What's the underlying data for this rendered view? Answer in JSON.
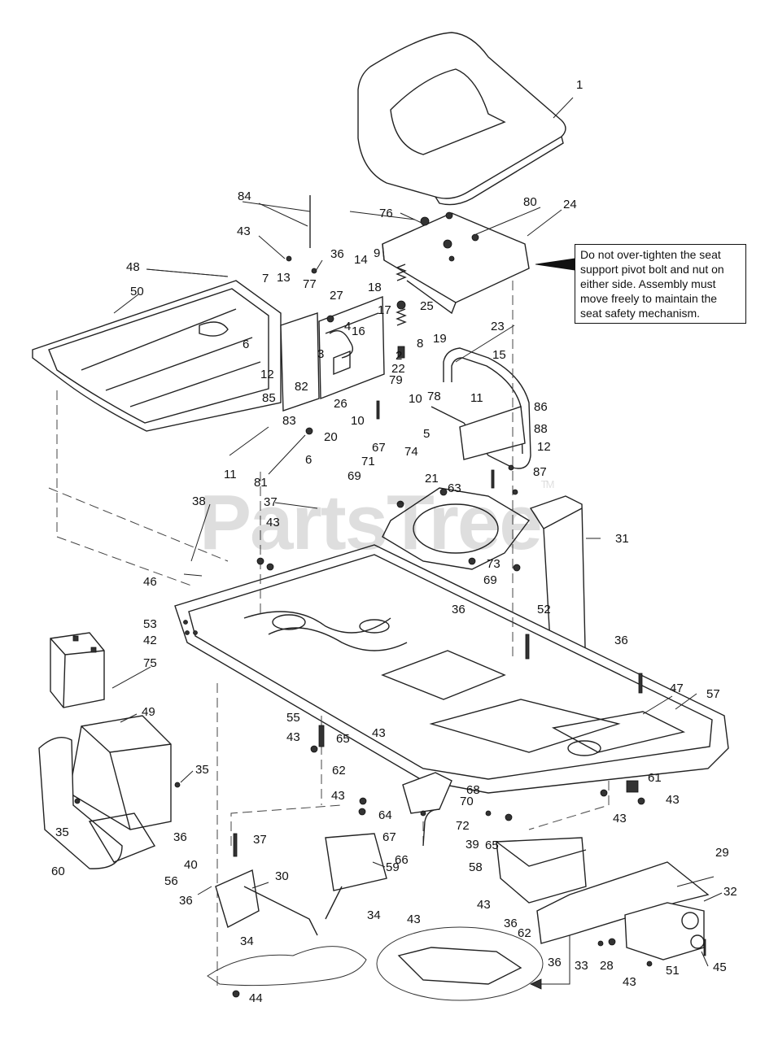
{
  "note": "Do not over-tighten the seat support pivot bolt and nut on either side. Assembly must move freely to maintain the seat safety mechanism.",
  "watermark": {
    "text": "PartsTree",
    "tm": "TM"
  },
  "callouts": [
    {
      "id": "c1",
      "label": "1"
    },
    {
      "id": "c84",
      "label": "84"
    },
    {
      "id": "c76",
      "label": "76"
    },
    {
      "id": "c80",
      "label": "80"
    },
    {
      "id": "c24",
      "label": "24"
    },
    {
      "id": "c43a",
      "label": "43"
    },
    {
      "id": "c36a",
      "label": "36"
    },
    {
      "id": "c9",
      "label": "9"
    },
    {
      "id": "c14",
      "label": "14"
    },
    {
      "id": "c48",
      "label": "48"
    },
    {
      "id": "c7",
      "label": "7"
    },
    {
      "id": "c13",
      "label": "13"
    },
    {
      "id": "c77",
      "label": "77"
    },
    {
      "id": "c27",
      "label": "27"
    },
    {
      "id": "c18",
      "label": "18"
    },
    {
      "id": "c50",
      "label": "50"
    },
    {
      "id": "c4",
      "label": "4"
    },
    {
      "id": "c25",
      "label": "25"
    },
    {
      "id": "c17",
      "label": "17"
    },
    {
      "id": "c16",
      "label": "16"
    },
    {
      "id": "c8",
      "label": "8"
    },
    {
      "id": "c19",
      "label": "19"
    },
    {
      "id": "c23",
      "label": "23"
    },
    {
      "id": "c6a",
      "label": "6"
    },
    {
      "id": "c3",
      "label": "3"
    },
    {
      "id": "c2",
      "label": "2"
    },
    {
      "id": "c15",
      "label": "15"
    },
    {
      "id": "c12a",
      "label": "12"
    },
    {
      "id": "c22",
      "label": "22"
    },
    {
      "id": "c79",
      "label": "79"
    },
    {
      "id": "c82",
      "label": "82"
    },
    {
      "id": "c78",
      "label": "78"
    },
    {
      "id": "c10a",
      "label": "10"
    },
    {
      "id": "c85",
      "label": "85"
    },
    {
      "id": "c26",
      "label": "26"
    },
    {
      "id": "c11a",
      "label": "11"
    },
    {
      "id": "c86",
      "label": "86"
    },
    {
      "id": "c10b",
      "label": "10"
    },
    {
      "id": "c83",
      "label": "83"
    },
    {
      "id": "c5",
      "label": "5"
    },
    {
      "id": "c20",
      "label": "20"
    },
    {
      "id": "c88",
      "label": "88"
    },
    {
      "id": "c12b",
      "label": "12"
    },
    {
      "id": "c6b",
      "label": "6"
    },
    {
      "id": "c67a",
      "label": "67"
    },
    {
      "id": "c74",
      "label": "74"
    },
    {
      "id": "c71",
      "label": "71"
    },
    {
      "id": "c11b",
      "label": "11"
    },
    {
      "id": "c81",
      "label": "81"
    },
    {
      "id": "c21",
      "label": "21"
    },
    {
      "id": "c87",
      "label": "87"
    },
    {
      "id": "c69a",
      "label": "69"
    },
    {
      "id": "c63",
      "label": "63"
    },
    {
      "id": "c38",
      "label": "38"
    },
    {
      "id": "c37a",
      "label": "37"
    },
    {
      "id": "c31",
      "label": "31"
    },
    {
      "id": "c43b",
      "label": "43"
    },
    {
      "id": "c73",
      "label": "73"
    },
    {
      "id": "c46",
      "label": "46"
    },
    {
      "id": "c69b",
      "label": "69"
    },
    {
      "id": "c36b",
      "label": "36"
    },
    {
      "id": "c52",
      "label": "52"
    },
    {
      "id": "c53",
      "label": "53"
    },
    {
      "id": "c42",
      "label": "42"
    },
    {
      "id": "c36c",
      "label": "36"
    },
    {
      "id": "c75",
      "label": "75"
    },
    {
      "id": "c57",
      "label": "57"
    },
    {
      "id": "c47",
      "label": "47"
    },
    {
      "id": "c49",
      "label": "49"
    },
    {
      "id": "c55",
      "label": "55"
    },
    {
      "id": "c43c",
      "label": "43"
    },
    {
      "id": "c65a",
      "label": "65"
    },
    {
      "id": "c43d",
      "label": "43"
    },
    {
      "id": "c35a",
      "label": "35"
    },
    {
      "id": "c68",
      "label": "68"
    },
    {
      "id": "c62a",
      "label": "62"
    },
    {
      "id": "c70",
      "label": "70"
    },
    {
      "id": "c61",
      "label": "61"
    },
    {
      "id": "c43e",
      "label": "43"
    },
    {
      "id": "c43f",
      "label": "43"
    },
    {
      "id": "c43g",
      "label": "43"
    },
    {
      "id": "c64",
      "label": "64"
    },
    {
      "id": "c35b",
      "label": "35"
    },
    {
      "id": "c36d",
      "label": "36"
    },
    {
      "id": "c67b",
      "label": "67"
    },
    {
      "id": "c72",
      "label": "72"
    },
    {
      "id": "c65b",
      "label": "65"
    },
    {
      "id": "c40",
      "label": "40"
    },
    {
      "id": "c37b",
      "label": "37"
    },
    {
      "id": "c60",
      "label": "60"
    },
    {
      "id": "c56",
      "label": "56"
    },
    {
      "id": "c66",
      "label": "66"
    },
    {
      "id": "c39",
      "label": "39"
    },
    {
      "id": "c29",
      "label": "29"
    },
    {
      "id": "c30",
      "label": "30"
    },
    {
      "id": "c59",
      "label": "59"
    },
    {
      "id": "c58",
      "label": "58"
    },
    {
      "id": "c36e",
      "label": "36"
    },
    {
      "id": "c43h",
      "label": "43"
    },
    {
      "id": "c32",
      "label": "32"
    },
    {
      "id": "c34a",
      "label": "34"
    },
    {
      "id": "c36f",
      "label": "36"
    },
    {
      "id": "c62b",
      "label": "62"
    },
    {
      "id": "c43i",
      "label": "43"
    },
    {
      "id": "c34b",
      "label": "34"
    },
    {
      "id": "c36g",
      "label": "36"
    },
    {
      "id": "c33",
      "label": "33"
    },
    {
      "id": "c28",
      "label": "28"
    },
    {
      "id": "c51",
      "label": "51"
    },
    {
      "id": "c45",
      "label": "45"
    },
    {
      "id": "c43j",
      "label": "43"
    },
    {
      "id": "c44",
      "label": "44"
    }
  ]
}
